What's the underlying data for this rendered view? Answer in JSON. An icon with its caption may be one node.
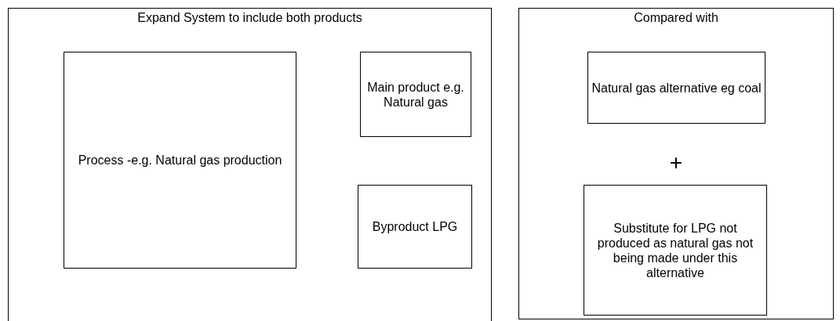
{
  "diagram": {
    "nodes": [
      {
        "text": [
          "Expand System to include both products"
        ]
      },
      {
        "text": [
          "Process -e.g. Natural gas production"
        ],
        "in": 0
      },
      {
        "text": [
          "Main product e.g. Natural gas"
        ],
        "in": 0
      },
      {
        "text": [
          "Byproduct LPG"
        ],
        "in": 0
      },
      {
        "text": [
          "Compared with"
        ]
      },
      {
        "text": [
          "Natural gas alternative eg coal"
        ],
        "in": 4
      },
      {
        "text": [
          "Substitute for LPG not produced as natural gas not being made under this alternative"
        ],
        "in": 4
      }
    ],
    "labels": [
      "+"
    ]
  }
}
